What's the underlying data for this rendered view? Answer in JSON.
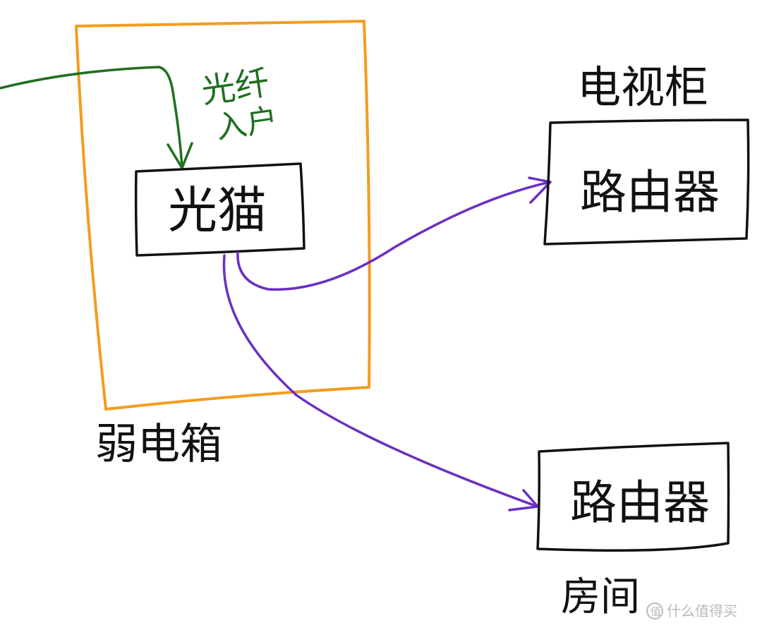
{
  "diagram": {
    "fiber_label_line1": "光纤",
    "fiber_label_line2": "入户",
    "modem_label": "光猫",
    "weak_box_label": "弱电箱",
    "tv_cabinet_label": "电视柜",
    "router_tv_label": "路由器",
    "router_room_label": "路由器",
    "room_label": "房间"
  },
  "watermark": {
    "text": "什么值得买"
  },
  "colors": {
    "fiber_line": "#1f6f1f",
    "weak_box_border": "#f39c1f",
    "cable_line": "#6a2fc2",
    "ink": "#111111"
  }
}
